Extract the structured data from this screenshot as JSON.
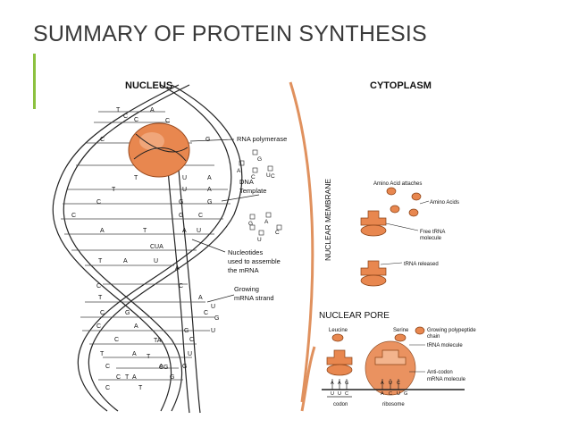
{
  "slide": {
    "title": "SUMMARY OF PROTEIN SYNTHESIS",
    "accent_color": "#8cc13f"
  },
  "diagram": {
    "colors": {
      "enzyme": "#e8874f",
      "membrane": "#e0915e",
      "line": "#222222"
    },
    "headers": {
      "nucleus": "NUCLEUS",
      "cytoplasm": "CYTOPLASM"
    },
    "membrane_label": "NUCLEAR MEMBRANE",
    "nuclear_pore": "NUCLEAR PORE",
    "nucleus_labels": {
      "rna_polymerase": "RNA polymerase",
      "dna_template_1": "DNA",
      "dna_template_2": "Template",
      "nucleotides_1": "Nucleotides",
      "nucleotides_2": "used to assemble",
      "nucleotides_3": "the mRNA",
      "growing_1": "Growing",
      "growing_2": "mRNA strand"
    },
    "cytoplasm_labels": {
      "amino_attaches": "Amino Acid attaches",
      "amino_acids": "Amino Acids",
      "free_trna_1": "Free tRNA",
      "free_trna_2": "molecule",
      "trna_released": "tRNA released",
      "leucine": "Leucine",
      "serine": "Serine",
      "polypeptide_1": "Growing polypeptide",
      "polypeptide_2": "chain",
      "trna_molecule": "tRNA molecule",
      "anticodon": "Anti-codon",
      "mrna_molecule": "mRNA molecule",
      "codon": "codon",
      "ribosome": "ribosome"
    },
    "dna_bases": [
      "T",
      "A",
      "C",
      "C",
      "TA",
      "C",
      "G",
      "CG",
      "T",
      "U",
      "A",
      "T",
      "U",
      "A",
      "C",
      "G",
      "G",
      "C",
      "G",
      "C",
      "A",
      "T",
      "A",
      "U",
      "CUA",
      "T",
      "U",
      "A",
      "C",
      "C",
      "T",
      "A",
      "U",
      "C",
      "G",
      "C",
      "G",
      "U",
      "A",
      "C",
      "G",
      "C",
      "C",
      "T",
      "A",
      "U",
      "TA",
      "C",
      "G",
      "C",
      "G",
      "C",
      "T",
      "A",
      "T",
      "A",
      "CG",
      "T",
      "A",
      "C"
    ],
    "floating_nucleotides": [
      "G",
      "A",
      "C",
      "U",
      "A",
      "C",
      "G",
      "U",
      "C"
    ],
    "codon_letters": [
      "A",
      "A",
      "G",
      "U",
      "U",
      "C",
      "A",
      "U",
      "C",
      "A",
      "C",
      "U",
      "G"
    ]
  }
}
